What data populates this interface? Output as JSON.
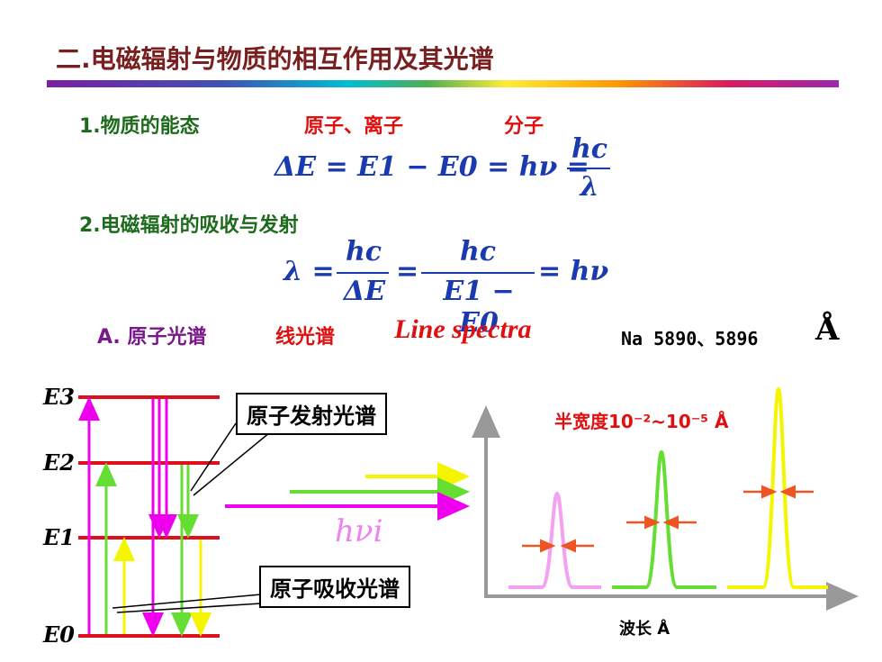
{
  "slide": {
    "title": "二.电磁辐射与物质的相互作用及其光谱",
    "section1": {
      "label": "1.物质的能态",
      "term_atom": "原子、离子",
      "term_molecule": "分子"
    },
    "equation1": {
      "left": "ΔE = E1 − E0 = hν =",
      "numerator": "hc",
      "denominator": "λ"
    },
    "section2": {
      "label": "2.电磁辐射的吸收与发射"
    },
    "equation2": {
      "left": "λ =",
      "frac1_num": "hc",
      "frac1_den": "ΔE",
      "eq_sign": "=",
      "frac2_num": "hc",
      "frac2_den": "E1 − E0",
      "right": "= hν"
    },
    "sectionA": {
      "label": "A. 原子光谱",
      "line_cn": "线光谱",
      "line_en": "Line spectra",
      "na_example": "Na 5890、5896",
      "unit": "Å"
    },
    "diagram": {
      "levels": [
        "E3",
        "E2",
        "E1",
        "E0"
      ],
      "emission_label": "原子发射光谱",
      "absorption_label": "原子吸收光谱",
      "photon_label": "hνi",
      "colors": {
        "level": "#e0101a",
        "magenta": "#ee00ee",
        "green": "#66dd33",
        "yellow": "#f5f500",
        "pink": "#f5a0f0",
        "axis": "#999999",
        "marker": "#ee5522"
      }
    },
    "spectrum": {
      "half_width": "半宽度10⁻²~10⁻⁵ Å",
      "axis_label": "波长 Å"
    }
  }
}
